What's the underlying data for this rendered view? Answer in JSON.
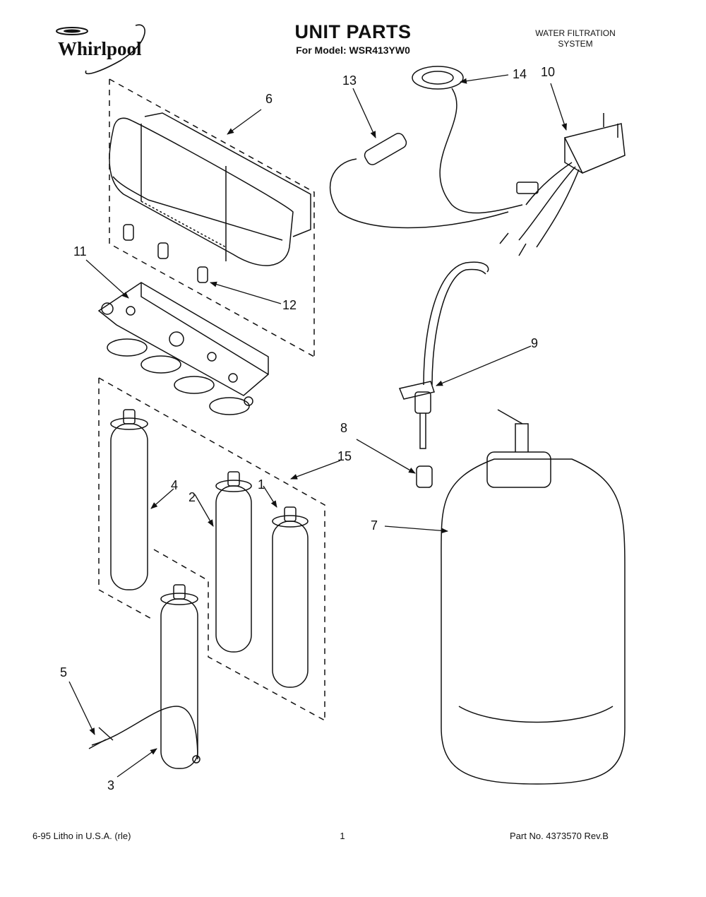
{
  "brand": {
    "logo_text": "Whirlpool"
  },
  "header": {
    "title": "UNIT PARTS",
    "model_line": "For Model: WSR413YW0",
    "system_line1": "WATER FILTRATION",
    "system_line2": "SYSTEM"
  },
  "callouts": {
    "c1": "1",
    "c2": "2",
    "c3": "3",
    "c4": "4",
    "c5": "5",
    "c6": "6",
    "c7": "7",
    "c8": "8",
    "c9": "9",
    "c10": "10",
    "c11": "11",
    "c12": "12",
    "c13": "13",
    "c14": "14",
    "c15": "15"
  },
  "footer": {
    "left": "6-95  Litho in U.S.A. (rle)",
    "page": "1",
    "right": "Part No. 4373570 Rev.B"
  }
}
